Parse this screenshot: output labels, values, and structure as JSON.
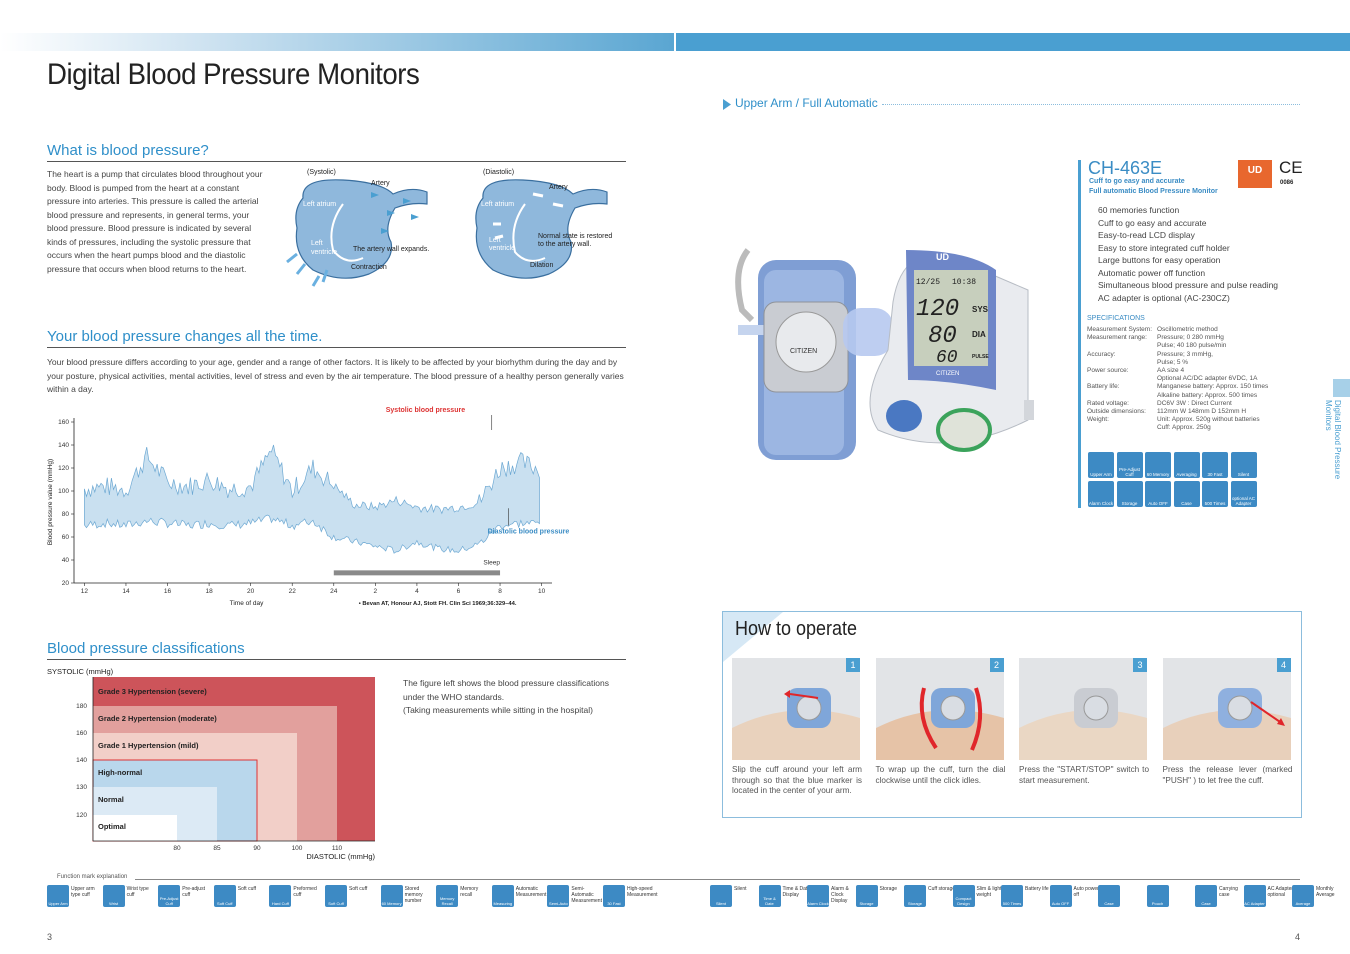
{
  "page_title": "Digital Blood Pressure Monitors",
  "left": {
    "what": {
      "title": "What is blood pressure?",
      "text": "The heart is a pump that circulates blood throughout your body. Blood is pumped from the heart at a constant pressure into arteries. This pressure is called the arterial blood pressure and represents, in general terms, your blood pressure. Blood pressure is indicated by several kinds of pressures, including the systolic pressure that occurs when the heart pumps blood and the diastolic pressure that occurs when blood returns to the heart."
    },
    "heart": {
      "sys_title": "(Systolic)",
      "dia_title": "(Diastolic)",
      "artery": "Artery",
      "left_atrium": "Left atrium",
      "left_ventricle_1": "Left",
      "left_ventricle_2": "ventricle",
      "sys_note": "The artery wall expands.",
      "contraction": "Contraction",
      "dia_note_1": "Normal state is restored",
      "dia_note_2": "to the artery wall.",
      "dilation": "Dilation"
    },
    "changes": {
      "title": "Your blood pressure changes all the time.",
      "text": "Your blood pressure differs according to your age, gender and a range of other factors. It is likely to be affected by your biorhythm during the day and by your posture, physical activities, mental activities, level of stress and even by the air temperature. The blood pressure of a healthy person generally varies within a day."
    },
    "classif": {
      "title": "Blood pressure classifications",
      "systolic_label": "SYSTOLIC (mmHg)",
      "diastolic_label": "DIASTOLIC (mmHg)",
      "text_1": "The figure left shows the blood pressure classifications",
      "text_2": "under the WHO standards.",
      "text_3": "(Taking measurements while sitting in the hospital)"
    },
    "function_title": "Function mark explanation",
    "page_no": "3"
  },
  "chart_data": [
    {
      "type": "area",
      "ylabel": "Blood pressure value (mmHg)",
      "xlabel": "Time of day",
      "ylim": [
        20,
        160
      ],
      "yticks": [
        20,
        40,
        60,
        80,
        100,
        120,
        140,
        160
      ],
      "xticks": [
        "12",
        "14",
        "16",
        "18",
        "20",
        "22",
        "24",
        "2",
        "4",
        "6",
        "8",
        "10"
      ],
      "annotations": [
        "Systolic blood pressure",
        "Diastolic blood pressure",
        "Sleep"
      ],
      "source": "• Bevan AT, Honour AJ, Stott FH. Clin Sci 1969;36:329–44.",
      "series": [
        {
          "name": "Systolic blood pressure",
          "x_hours": [
            12,
            13,
            14,
            15,
            16,
            17,
            18,
            19,
            20,
            21,
            22,
            23,
            24,
            25,
            26,
            27,
            28,
            29,
            30,
            31,
            32,
            33,
            34
          ],
          "values": [
            102,
            104,
            101,
            130,
            108,
            104,
            110,
            102,
            104,
            135,
            100,
            120,
            105,
            88,
            86,
            92,
            86,
            84,
            86,
            90,
            120,
            125,
            118
          ]
        },
        {
          "name": "Diastolic blood pressure",
          "x_hours": [
            12,
            13,
            14,
            15,
            16,
            17,
            18,
            19,
            20,
            21,
            22,
            23,
            24,
            25,
            26,
            27,
            28,
            29,
            30,
            31,
            32,
            33,
            34
          ],
          "values": [
            70,
            72,
            70,
            74,
            72,
            70,
            72,
            70,
            72,
            76,
            70,
            74,
            60,
            56,
            52,
            48,
            56,
            50,
            48,
            54,
            70,
            72,
            72
          ]
        }
      ],
      "sleep_interval_hours": [
        24,
        32
      ]
    },
    {
      "type": "table",
      "title": "Blood pressure classifications",
      "x_axis": "DIASTOLIC (mmHg)",
      "y_axis": "SYSTOLIC (mmHg)",
      "xticks": [
        "80",
        "85",
        "90",
        "100",
        "110"
      ],
      "yticks": [
        "120",
        "130",
        "140",
        "160",
        "180"
      ],
      "grades": [
        {
          "name": "Grade 3 Hypertension (severe)",
          "systolic_min": 180,
          "diastolic_min": 110
        },
        {
          "name": "Grade 2 Hypertension (moderate)",
          "systolic_min": 160,
          "diastolic_min": 100
        },
        {
          "name": "Grade 1 Hypertension (mild)",
          "systolic_min": 140,
          "diastolic_min": 90
        },
        {
          "name": "High-normal",
          "systolic_min": 130,
          "diastolic_min": 85
        },
        {
          "name": "Normal",
          "systolic_min": 120,
          "diastolic_min": 80
        },
        {
          "name": "Optimal",
          "systolic_min": 0,
          "diastolic_min": 0
        }
      ]
    }
  ],
  "right": {
    "subnav": "Upper Arm / Full Automatic",
    "product": {
      "model": "CH-463E",
      "tagline_1": "Cuff to go easy and accurate",
      "tagline_2": "Full automatic Blood Pressure Monitor",
      "ce": "CE",
      "ce_no": "0086",
      "ud": "UD",
      "features": [
        "60 memories function",
        "Cuff to go easy and accurate",
        "Easy-to-read LCD display",
        "Easy to store integrated cuff holder",
        "Large buttons for easy operation",
        "Automatic power off function",
        "Simultaneous blood pressure and pulse reading",
        "AC adapter is optional (AC-230CZ)"
      ],
      "spec_title": "SPECIFICATIONS",
      "specs": [
        {
          "k": "Measurement System:",
          "v": "Oscillometric method"
        },
        {
          "k": "Measurement range:",
          "v": "Pressure; 0    280 mmHg"
        },
        {
          "k": "",
          "v": "Pulse; 40    180 pulse/min"
        },
        {
          "k": "Accuracy:",
          "v": "Pressure;    3 mmHg,"
        },
        {
          "k": "",
          "v": "Pulse;    5 %"
        },
        {
          "k": "Power source:",
          "v": "AA size    4"
        },
        {
          "k": "",
          "v": "Optional AC/DC adapter  6VDC, 1A"
        },
        {
          "k": "Battery life:",
          "v": "Manganese battery: Approx. 150 times"
        },
        {
          "k": "",
          "v": "Alkaline battery: Approx. 500 times"
        },
        {
          "k": "Rated voltage:",
          "v": "DC6V      3W       : Direct Current"
        },
        {
          "k": "Outside dimensions:",
          "v": "112mm  W    148mm  D    152mm  H"
        },
        {
          "k": "Weight:",
          "v": "Unit: Approx. 520g  without batteries"
        },
        {
          "k": "",
          "v": "Cuff: Approx. 250g"
        }
      ],
      "lcd": {
        "date": "12/25",
        "time": "10:38",
        "sys": "120",
        "dia": "80",
        "pulse": "60",
        "sys_lbl": "SYS",
        "dia_lbl": "DIA",
        "pulse_lbl": "PULSE",
        "brand": "CITIZEN"
      },
      "badges_row1": [
        "Upper Arm",
        "Pre-Adjust Cuff",
        "60 Memory",
        "Averaging",
        "30 Fast",
        "Silent"
      ],
      "badges_row2": [
        "Alarm Clock",
        "Storage",
        "Auto OFF",
        "Case",
        "500 Times",
        "optional AC Adapter"
      ]
    },
    "howto": {
      "title": "How to operate",
      "steps": [
        {
          "n": "1",
          "text": "Slip the cuff around your left arm through so that the blue marker is located in the center of your arm."
        },
        {
          "n": "2",
          "text": "To wrap up the cuff, turn the dial clockwise until the click idles."
        },
        {
          "n": "3",
          "text": "Press the \"START/STOP\" switch to start measurement."
        },
        {
          "n": "4",
          "text": "Press the release lever (marked \"PUSH\" ) to let free the cuff."
        }
      ]
    },
    "side_label": "Digital Blood Pressure Monitors",
    "page_no": "4"
  },
  "functions": [
    {
      "icon": "Upper Arm",
      "label": "Upper arm type cuff"
    },
    {
      "icon": "Wrist",
      "label": "Wrist type cuff"
    },
    {
      "icon": "Pre-Adjust Cuff",
      "label": "Pre-adjust cuff"
    },
    {
      "icon": "Soft Cuff",
      "label": "Soft cuff"
    },
    {
      "icon": "Hard Cuff",
      "label": "Preformed cuff"
    },
    {
      "icon": "Soft Cuff",
      "label": "Soft cuff"
    },
    {
      "icon": "60 Memory",
      "label": "Stored memory number"
    },
    {
      "icon": "Memory Recall",
      "label": "Memory recall"
    },
    {
      "icon": "Measuring",
      "label": "Automatic Measurement"
    },
    {
      "icon": "Semi-Auto",
      "label": "Semi-Automatic Measurement"
    },
    {
      "icon": "30 Fast",
      "label": "High-speed Measurement"
    },
    {
      "icon": "Silent",
      "label": "Silent"
    },
    {
      "icon": "Time & Date",
      "label": "Time & Date Display"
    },
    {
      "icon": "Alarm Clock",
      "label": "Alarm & Clock Display"
    },
    {
      "icon": "Storage",
      "label": "Storage"
    },
    {
      "icon": "Storage",
      "label": "Cuff storage"
    },
    {
      "icon": "Compact Design",
      "label": "Slim & light weight"
    },
    {
      "icon": "500 Times",
      "label": "Battery life"
    },
    {
      "icon": "Auto OFF",
      "label": "Auto power off"
    },
    {
      "icon": "Case",
      "label": ""
    },
    {
      "icon": "Pouch",
      "label": ""
    },
    {
      "icon": "Case",
      "label": "Carrying case"
    },
    {
      "icon": "AC Adapter",
      "label": "AC Adapter optional"
    },
    {
      "icon": "Average",
      "label": "Monthly Average"
    }
  ]
}
